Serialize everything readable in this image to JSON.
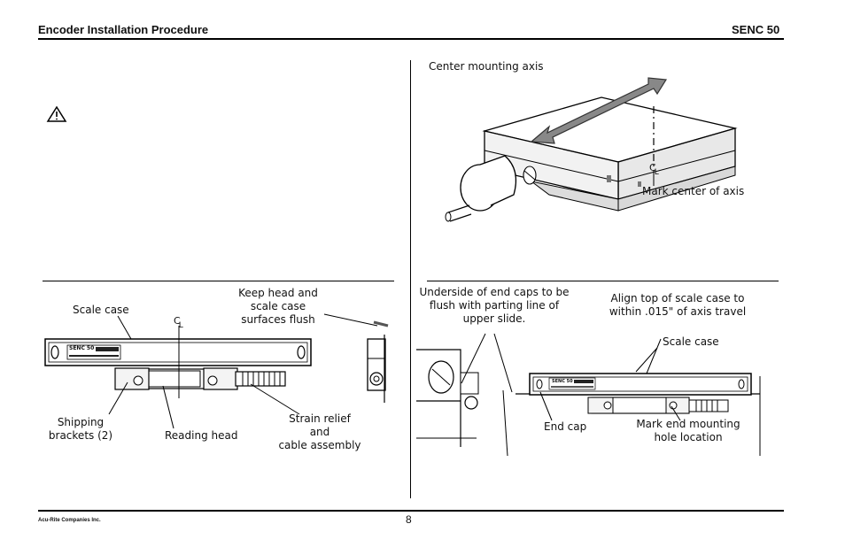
{
  "header": {
    "title": "Encoder Installation Procedure",
    "model": "SENC 50"
  },
  "warning": {
    "icon": "warning-triangle-icon"
  },
  "figure_top_right": {
    "center_mounting_axis": "Center mounting axis",
    "mark_center_of_axis": "Mark center of axis",
    "centerline_symbol": "C",
    "centerline_sub": "L"
  },
  "figure_bottom_left": {
    "scale_case": "Scale case",
    "keep_flush": [
      "Keep head and",
      "scale case",
      "surfaces flush"
    ],
    "centerline_symbol": "C",
    "centerline_sub": "L",
    "shipping_brackets": [
      "Shipping",
      "brackets (2)"
    ],
    "reading_head": "Reading head",
    "strain_relief": [
      "Strain relief",
      "and",
      "cable assembly"
    ],
    "scale_label": "SENC 50"
  },
  "figure_bottom_right": {
    "underside_end_caps": [
      "Underside of end caps to be",
      "flush with parting line of",
      "upper slide."
    ],
    "align_top": [
      "Align top of scale case to",
      "within .015\" of axis travel"
    ],
    "scale_case": "Scale case",
    "end_cap": "End cap",
    "mark_end_mounting": [
      "Mark end mounting",
      "hole location"
    ],
    "scale_label": "SENC 50"
  },
  "footer": {
    "company": "Acu-Rite Companies Inc.",
    "page_number": "8"
  }
}
